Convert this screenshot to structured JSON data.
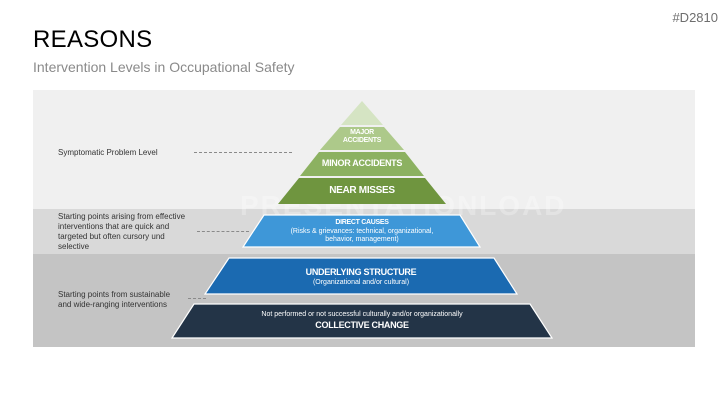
{
  "slide": {
    "code": "#D2810",
    "title": "REASONS",
    "subtitle": "Intervention Levels in Occupational Safety"
  },
  "levels": [
    {
      "label": "Symptomatic  Problem Level"
    },
    {
      "label": "Starting points arising from effective interventions that are quick and targeted but often cursory und selective"
    },
    {
      "label": "Starting points from sustainable and wide-ranging interventions"
    }
  ],
  "pyramid": {
    "major": "MAJOR ACCIDENTS",
    "minor": "MINOR ACCIDENTS",
    "near": "NEAR MISSES",
    "direct_title": "DIRECT CAUSES",
    "direct_sub": "(Risks & grievances: technical, organizational, behavior, management)",
    "underlying_title": "UNDERLYING STRUCTURE",
    "underlying_sub": "(Organizational and/or cultural)",
    "collective_note": "Not performed or not successful culturally and/or organizationally",
    "collective_title": "COLLECTIVE CHANGE"
  },
  "watermark": "PRESENTATIONLOAD",
  "colors": {
    "green_light": "#d5e4c3",
    "green_mid": "#adc98a",
    "green": "#8cb161",
    "green_dark": "#6f953f",
    "blue_light": "#3e97d8",
    "blue": "#1b6ab1",
    "navy": "#233447"
  }
}
